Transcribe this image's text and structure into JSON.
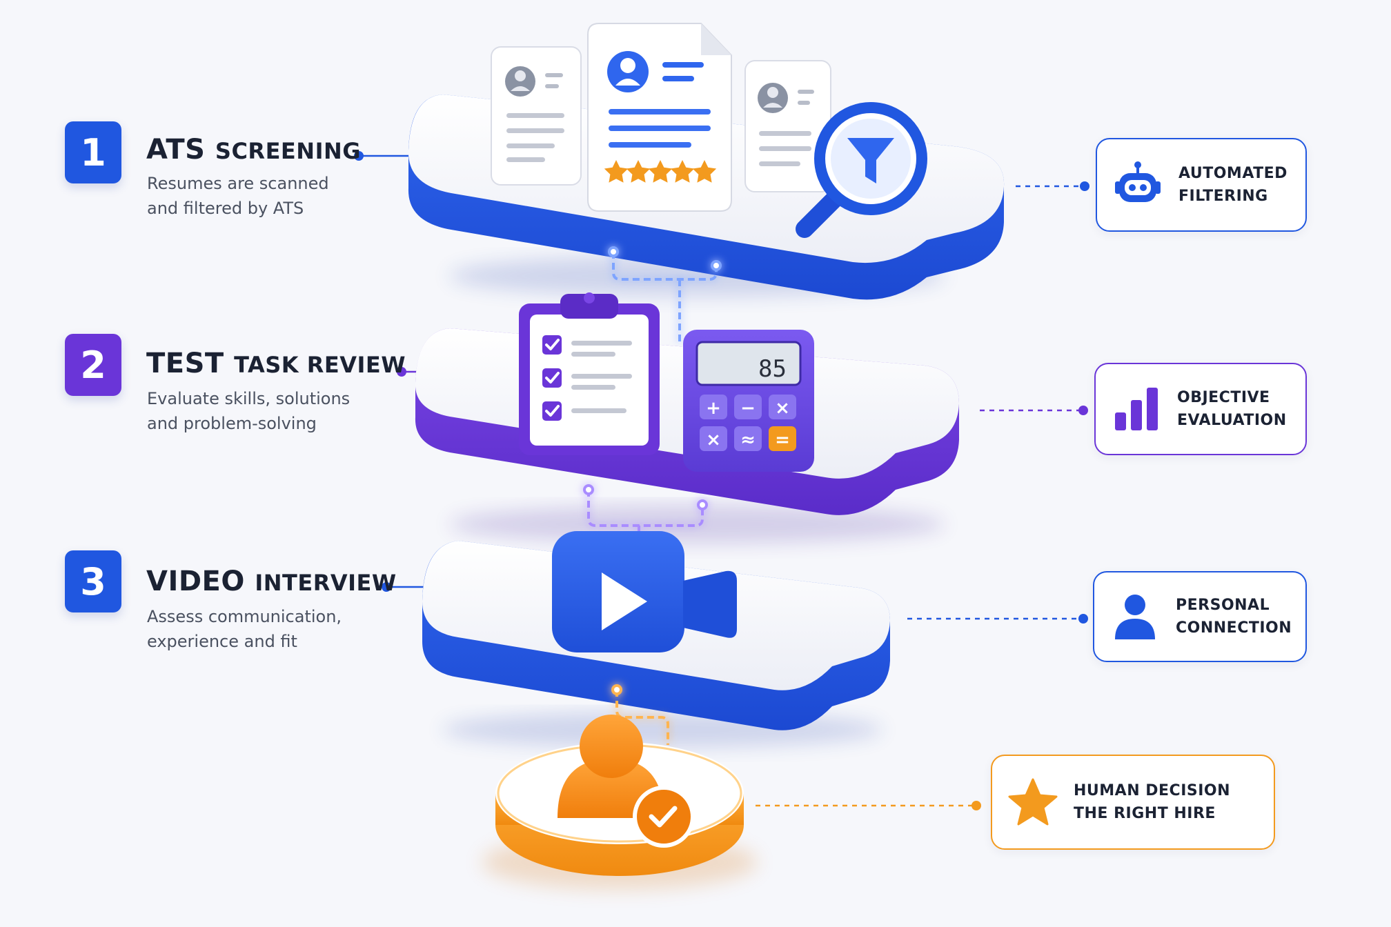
{
  "steps": [
    {
      "number": "1",
      "title_main": "ATS",
      "title_rest": "SCREENING",
      "desc_1": "Resumes are scanned",
      "desc_2": "and filtered by ATS",
      "color": "#2057e0"
    },
    {
      "number": "2",
      "title_main": "TEST",
      "title_rest": "TASK REVIEW",
      "desc_1": "Evaluate skills, solutions",
      "desc_2": "and problem-solving",
      "color": "#6a35d8"
    },
    {
      "number": "3",
      "title_main": "VIDEO",
      "title_rest": "INTERVIEW",
      "desc_1": "Assess communication,",
      "desc_2": "experience and fit",
      "color": "#2057e0"
    }
  ],
  "side_cards": [
    {
      "line_1": "AUTOMATED",
      "line_2": "FILTERING",
      "icon": "robot-icon",
      "color": "#2057e0"
    },
    {
      "line_1": "OBJECTIVE",
      "line_2": "EVALUATION",
      "icon": "bar-chart-icon",
      "color": "#6a35d8"
    },
    {
      "line_1": "PERSONAL",
      "line_2": "CONNECTION",
      "icon": "person-icon",
      "color": "#2057e0"
    },
    {
      "line_1": "HUMAN DECISION",
      "line_2": "THE RIGHT HIRE",
      "icon": "star-icon",
      "color": "#f39a1e"
    }
  ],
  "calculator_display": "85",
  "calculator_keys": [
    "+",
    "−",
    "×",
    "×",
    "≈",
    "="
  ],
  "colors": {
    "blue": "#2057e0",
    "purple": "#6a35d8",
    "orange": "#f39a1e",
    "background": "#f6f7fb"
  }
}
